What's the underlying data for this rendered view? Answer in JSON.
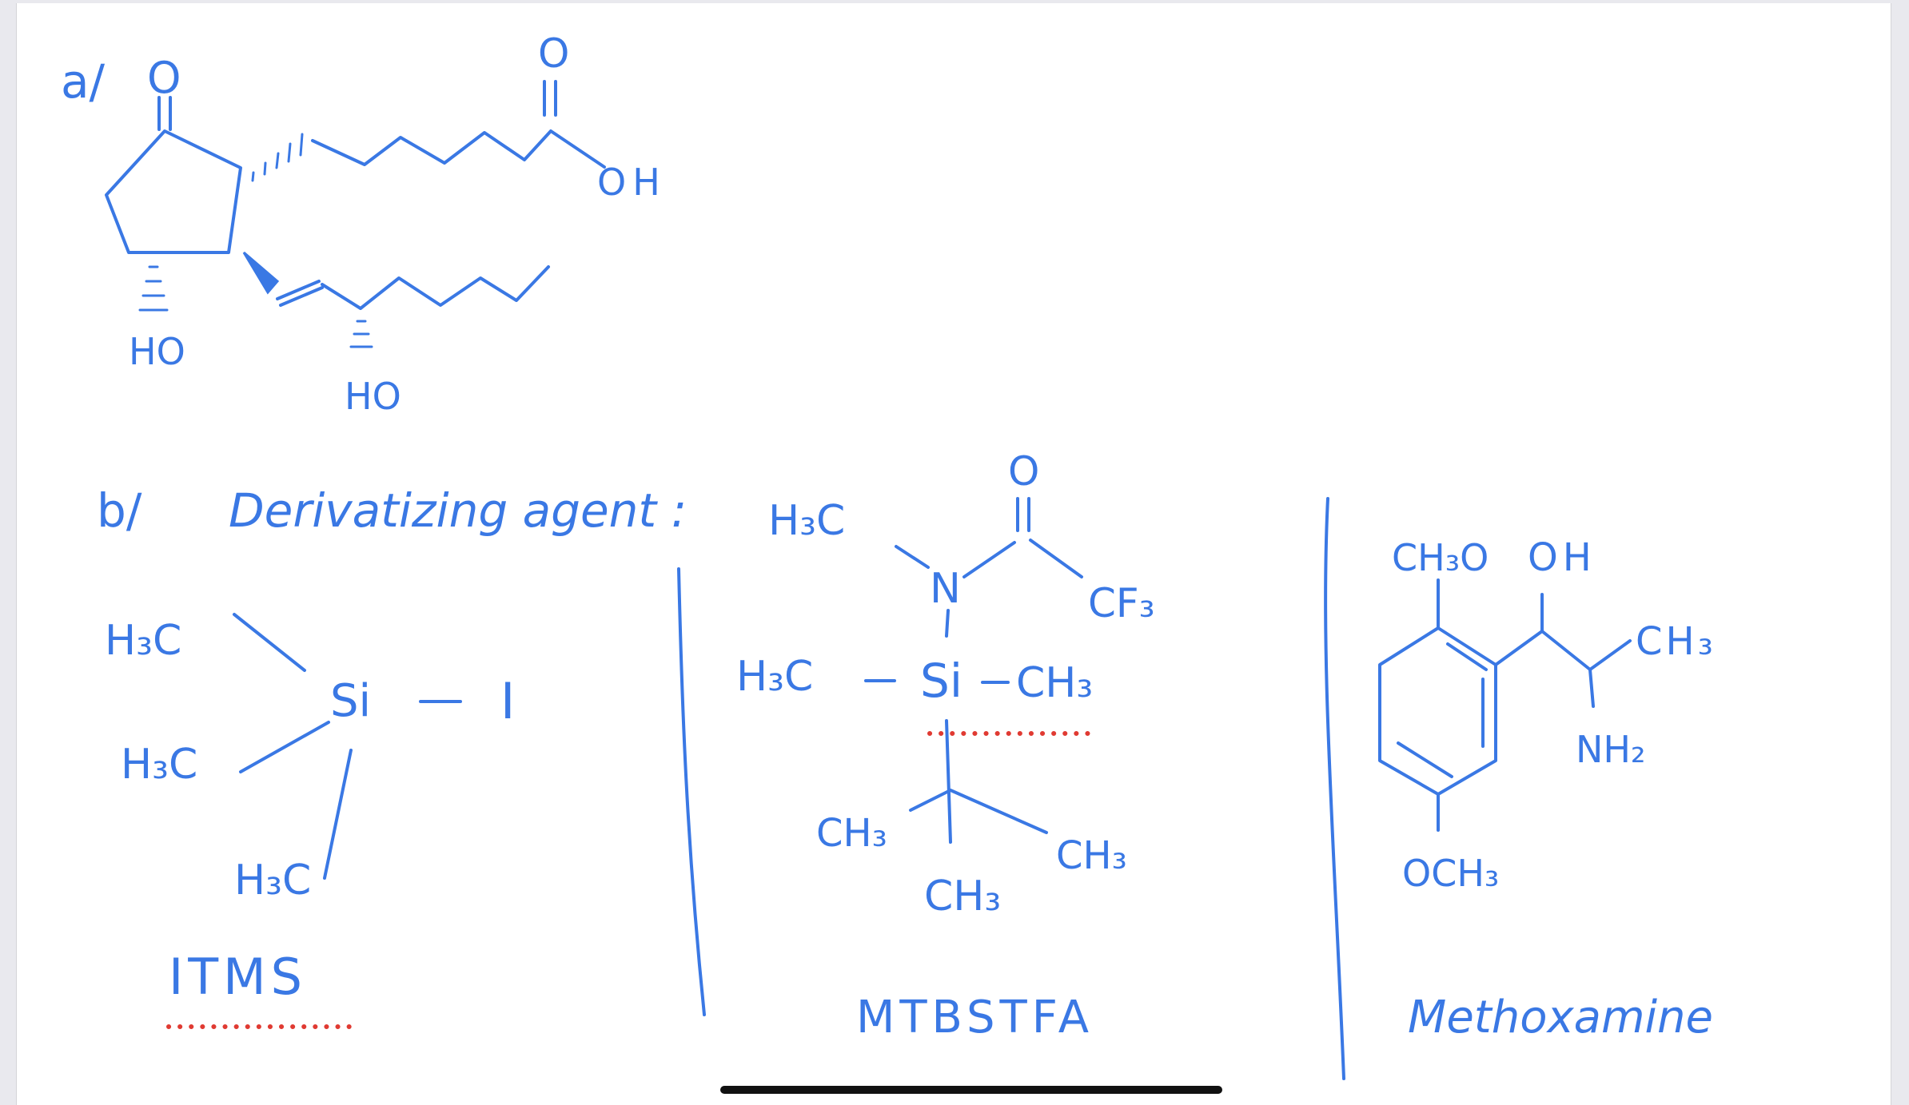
{
  "part_a": {
    "label": "a/",
    "ketone_o": "O",
    "acid_o": "O",
    "acid_oh": "OH",
    "ring_ho": "HO",
    "chain_ho": "HO"
  },
  "part_b": {
    "heading_label": "b/",
    "heading_text": "Derivatizing agent :"
  },
  "itms": {
    "methyl_1": "H₃C",
    "methyl_2": "H₃C",
    "methyl_3": "H₃C",
    "silicon": "Si",
    "iodine": "I",
    "name": "ITMS"
  },
  "mtbstfa": {
    "n_methyl": "H₃C",
    "carbonyl_o": "O",
    "nitrogen": "N",
    "cf3": "CF₃",
    "si_left_methyl": "H₃C",
    "silicon": "Si",
    "si_right_methyl": "CH₃",
    "tbu_left": "CH₃",
    "tbu_right": "CH₃",
    "tbu_bottom": "CH₃",
    "name": "MTBSTFA"
  },
  "methoxamine": {
    "methoxy_top": "CH₃O",
    "hydroxyl": "OH",
    "methyl": "CH₃",
    "amine": "NH₂",
    "methoxy_bottom": "OCH₃",
    "name": "Methoxamine"
  },
  "colors": {
    "ink": "#3a78e4",
    "highlight_dots": "#e03a32",
    "page": "#ffffff",
    "frame": "#e9e9ee"
  }
}
